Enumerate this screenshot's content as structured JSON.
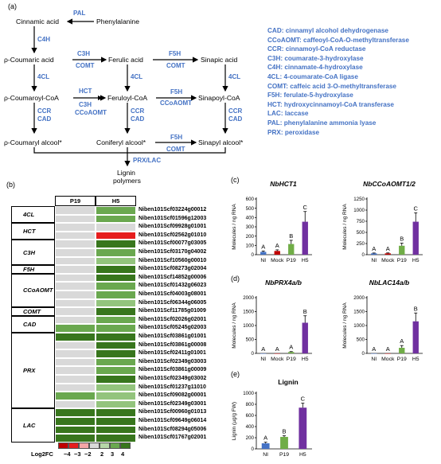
{
  "panel_labels": {
    "a": "(a)",
    "b": "(b)",
    "c": "(c)",
    "d": "(d)",
    "e": "(e)"
  },
  "pathway": {
    "compounds": {
      "cinnamic": "Cinnamic acid",
      "phenylalanine": "Phenylalanine",
      "coumaric": "ρ-Coumaric acid",
      "ferulic": "Ferulic acid",
      "sinapic": "Sinapic acid",
      "coumaroyl_coa": "ρ-Coumaroyl-CoA",
      "feruloyl_coa": "Feruloyl-CoA",
      "sinapoyl_coa": "Sinapoyl-CoA",
      "coumaryl_alc": "ρ-Coumaryl alcool*",
      "coniferyl_alc": "Coniferyl alcool*",
      "sinapyl_alc": "Sinapyl alcool*",
      "lignin_1": "Lignin",
      "lignin_2": "polymers"
    },
    "enzymes": {
      "pal": "PAL",
      "c4h": "C4H",
      "c3h_1": "C3H",
      "comt_1": "COMT",
      "f5h_1": "F5H",
      "comt_2": "COMT",
      "fcl_1": "4CL",
      "fcl_2": "4CL",
      "fcl_3": "4CL",
      "hct": "HCT",
      "c3h_2": "C3H",
      "ccoaomt_1": "CCoAOMT",
      "f5h_2": "F5H",
      "ccoaomt_2": "CCoAOMT",
      "ccr_1": "CCR",
      "cad_1": "CAD",
      "ccr_2": "CCR",
      "cad_2": "CAD",
      "ccr_3": "CCR",
      "cad_3": "CAD",
      "f5h_3": "F5H",
      "comt_3": "COMT",
      "prx_lac": "PRX/LAC"
    },
    "abbreviations": [
      "CAD: cinnamyl alcohol dehydrogenase",
      "CCoAOMT: caffeoyl-CoA-O-methyltransferase",
      "CCR: cinnamoyl-CoA reductase",
      "C3H: coumarate-3-hydroxylase",
      "C4H: cinnamate-4-hydroxylase",
      "4CL: 4-coumarate-CoA ligase",
      "COMT: caffeic acid 3-O-methyltransferase",
      "F5H: ferulate-5-hydroxylase",
      "HCT: hydroxycinnamoyl-CoA transferase",
      "LAC: laccase",
      "PAL: phenylalanine ammonia lyase",
      "PRX: peroxidase"
    ],
    "accent_color": "#4472c4"
  },
  "heatmap": {
    "col_headers": [
      "P19",
      "H5"
    ],
    "families": [
      {
        "name": "4CL",
        "rows": 2
      },
      {
        "name": "HCT",
        "rows": 2
      },
      {
        "name": "C3H",
        "rows": 3
      },
      {
        "name": "F5H",
        "rows": 1
      },
      {
        "name": "CCoAOMT",
        "rows": 4
      },
      {
        "name": "COMT",
        "rows": 1
      },
      {
        "name": "CAD",
        "rows": 2
      },
      {
        "name": "PRX",
        "rows": 9
      },
      {
        "name": "LAC",
        "rows": 4
      }
    ],
    "genes": [
      "Niben101Scf03224g00012",
      "Niben101Scf01596g12003",
      "Niben101Scf09928g01001",
      "Niben101Scf02562g01010",
      "Niben101Scf00077g03005",
      "Niben101Scf03170g04002",
      "Niben101Scf10560g00010",
      "Niben101Scf08273g02004",
      "Niben101Scf14852g00006",
      "Niben101Scf01432g06023",
      "Niben101Scf04003g08001",
      "Niben101Scf06344g06005",
      "Niben101Scf11785g01009",
      "Niben101Scf02026g02001",
      "Niben101Scf05245g02003",
      "Niben101Scf03861g01001",
      "Niben101Scf03861g00008",
      "Niben101Scf02411g01001",
      "Niben101Scf02349g03003",
      "Niben101Scf03861g00009",
      "Niben101Scf02349g03002",
      "Niben101Scf01237g11010",
      "Niben101Scf09082g00001",
      "Niben101Scf02349g03001",
      "Niben101Scf00960g01013",
      "Niben101Scf09649g06014",
      "Niben101Scf08294g05006",
      "Niben101Scf01767g02001"
    ],
    "p19_colors": [
      "#d9d9d9",
      "#d9d9d9",
      "#d9d9d9",
      "#d9d9d9",
      "#d9d9d9",
      "#d9d9d9",
      "#d9d9d9",
      "#d9d9d9",
      "#d9d9d9",
      "#d9d9d9",
      "#d9d9d9",
      "#d9d9d9",
      "#d9d9d9",
      "#d9d9d9",
      "#6aa84f",
      "#38761d",
      "#d9d9d9",
      "#d9d9d9",
      "#d9d9d9",
      "#d9d9d9",
      "#d9d9d9",
      "#d9d9d9",
      "#6aa84f",
      "#d9d9d9",
      "#38761d",
      "#38761d",
      "#38761d",
      "#38761d"
    ],
    "h5_colors": [
      "#6aa84f",
      "#6aa84f",
      "#d9d9d9",
      "#e61d1d",
      "#38761d",
      "#6aa84f",
      "#93c47d",
      "#38761d",
      "#38761d",
      "#6aa84f",
      "#6aa84f",
      "#93c47d",
      "#38761d",
      "#6aa84f",
      "#6aa84f",
      "#38761d",
      "#38761d",
      "#38761d",
      "#6aa84f",
      "#6aa84f",
      "#38761d",
      "#93c47d",
      "#93c47d",
      "#93c47d",
      "#38761d",
      "#38761d",
      "#38761d",
      "#38761d"
    ],
    "scale_colors": [
      "#c00000",
      "#e61d1d",
      "#f4a6a6",
      "#d9d9d9",
      "#b6d7a8",
      "#6aa84f",
      "#38761d"
    ],
    "scale_labels": [
      "−4",
      "−3",
      "−2",
      "2",
      "3",
      "4"
    ],
    "scale_title": "Log2FC"
  },
  "chart_data": [
    {
      "type": "bar",
      "title": "NbHCT1",
      "ylabel": "Molecules / ng RNA",
      "categories": [
        "NI",
        "Mock",
        "P19",
        "H5"
      ],
      "values": [
        30,
        40,
        115,
        355
      ],
      "errors": [
        10,
        12,
        40,
        110
      ],
      "letters": [
        "A",
        "A",
        "B",
        "C"
      ],
      "colors": [
        "#4472c4",
        "#c00000",
        "#70ad47",
        "#7030a0"
      ],
      "ylim": [
        0,
        600
      ],
      "yticks": [
        0,
        100,
        200,
        300,
        400,
        500,
        600
      ]
    },
    {
      "type": "bar",
      "title": "NbCCoAOMT1/2",
      "ylabel": "Molecules / ng RNA",
      "categories": [
        "NI",
        "Mock",
        "P19",
        "H5"
      ],
      "values": [
        30,
        30,
        200,
        740
      ],
      "errors": [
        8,
        10,
        60,
        200
      ],
      "letters": [
        "A",
        "A",
        "B",
        "C"
      ],
      "colors": [
        "#4472c4",
        "#c00000",
        "#70ad47",
        "#7030a0"
      ],
      "ylim": [
        0,
        1250
      ],
      "yticks": [
        0,
        250,
        500,
        750,
        1000,
        1250
      ]
    },
    {
      "type": "bar",
      "title": "NbPRX4a/b",
      "ylabel": "Molecules / ng RNA",
      "categories": [
        "NI",
        "Mock",
        "P19",
        "H5"
      ],
      "values": [
        0,
        0,
        50,
        1100
      ],
      "errors": [
        0,
        0,
        15,
        250
      ],
      "letters": [
        "A",
        "A",
        "A",
        "B"
      ],
      "colors": [
        "#4472c4",
        "#c00000",
        "#70ad47",
        "#7030a0"
      ],
      "ylim": [
        0,
        2000
      ],
      "yticks": [
        0,
        500,
        1000,
        1500,
        2000
      ]
    },
    {
      "type": "bar",
      "title": "NbLAC14a/b",
      "ylabel": "Molecules / ng RNA",
      "categories": [
        "NI",
        "Mock",
        "P19",
        "H5"
      ],
      "values": [
        0,
        0,
        200,
        1150
      ],
      "errors": [
        0,
        0,
        80,
        300
      ],
      "letters": [
        "A",
        "A",
        "A",
        "B"
      ],
      "colors": [
        "#4472c4",
        "#c00000",
        "#70ad47",
        "#7030a0"
      ],
      "ylim": [
        0,
        2000
      ],
      "yticks": [
        0,
        500,
        1000,
        1500,
        2000
      ]
    },
    {
      "type": "bar",
      "title": "Lignin",
      "ylabel": "Lignin (µg/g FW)",
      "categories": [
        "NI",
        "P19",
        "H5"
      ],
      "values": [
        100,
        215,
        740
      ],
      "errors": [
        20,
        20,
        80
      ],
      "letters": [
        "A",
        "B",
        "C"
      ],
      "colors": [
        "#4472c4",
        "#70ad47",
        "#7030a0"
      ],
      "ylim": [
        0,
        1000
      ],
      "yticks": [
        0,
        200,
        400,
        600,
        800,
        1000
      ]
    }
  ]
}
